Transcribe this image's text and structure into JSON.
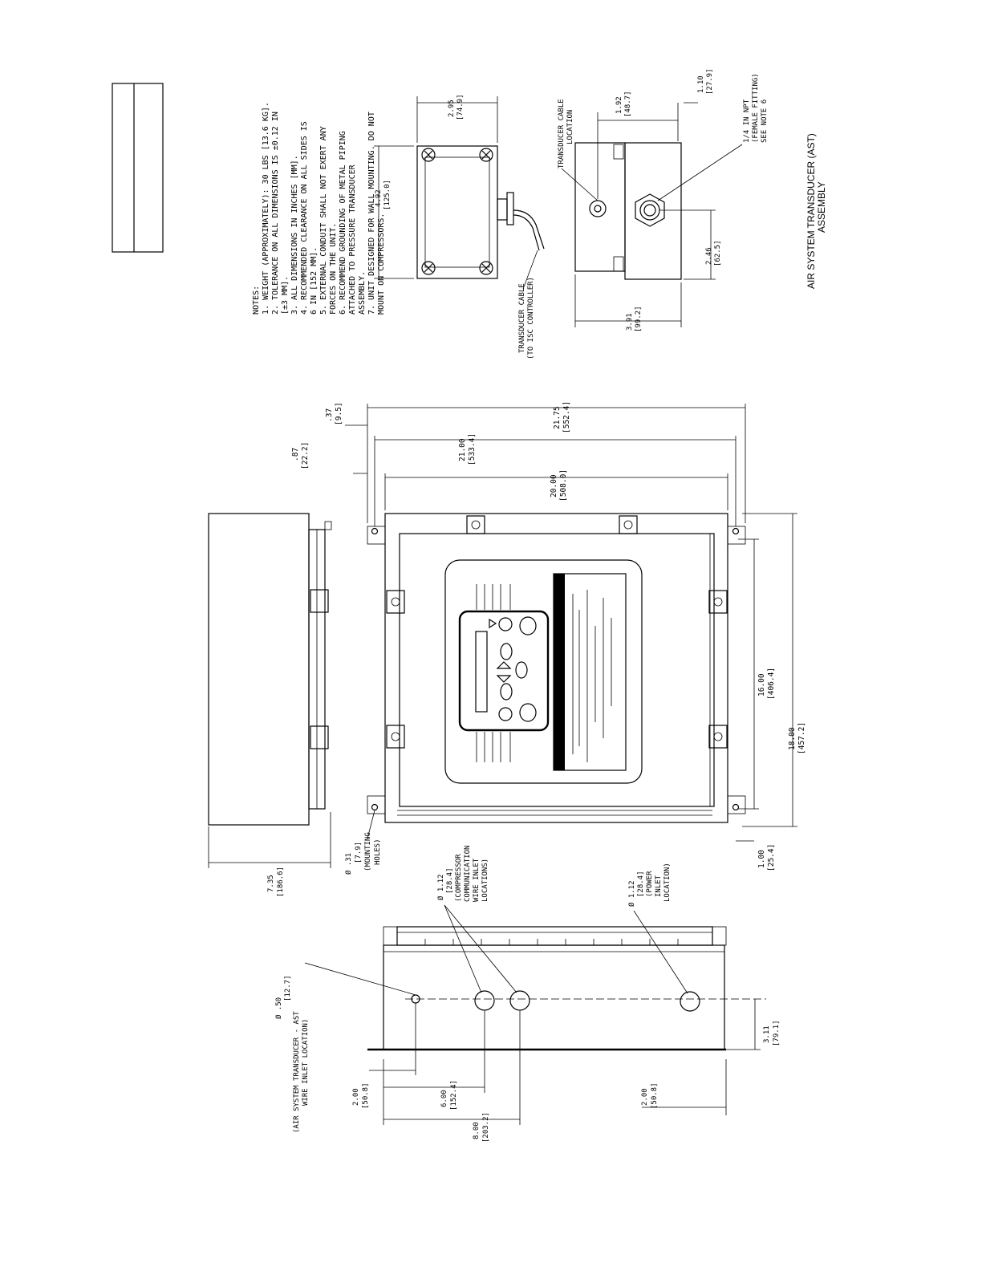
{
  "notes": {
    "heading": "NOTES:",
    "items": [
      "1.  WEIGHT (APPROXIMATELY): 30 LBS [13.6 KG].",
      "2.  TOLERANCE ON ALL DIMENSIONS IS ±0.12 IN",
      "     [±3 MM].",
      "3.  ALL DIMENSIONS IN INCHES [MM].",
      "4.  RECOMMENDED CLEARANCE ON ALL SIDES IS",
      "     6 IN [152 MM].",
      "5.  EXTERNAL CONDUIT SHALL NOT EXERT ANY",
      "     FORCES ON THE UNIT.",
      "6.  RECOMMEND GROUNDING OF METAL PIPING",
      "     ATTACHED TO PRESSURE TRANSDUCER",
      "     ASSEMBLY.",
      "7.  UNIT DESIGNED FOR WALL MOUNTING. DO NOT",
      "     MOUNT ON COMPRESSORS."
    ]
  },
  "ast": {
    "title_line1": "AIR SYSTEM TRANSDUCER (AST)",
    "title_line2": "ASSEMBLY",
    "width_dim": "2.95",
    "width_mm": "[74.9]",
    "length_dim": "4.92",
    "length_mm": "[125.0]",
    "cable_label_1": "TRANSDUCER CABLE",
    "cable_label_2": "(TO ISC CONTROLLER)",
    "cable_loc_1": "TRANSDUCER CABLE",
    "cable_loc_2": "LOCATION",
    "dim_110": "1.10",
    "dim_110_mm": "[27.9]",
    "dim_192": "1.92",
    "dim_192_mm": "[48.7]",
    "fitting_1": "1/4 IN NPT",
    "fitting_2": "(FEMALE FITTING)",
    "fitting_3": "SEE NOTE 6",
    "dim_246": "2.46",
    "dim_246_mm": "[62.5]",
    "dim_391": "3.91",
    "dim_391_mm": "[99.2]"
  },
  "main": {
    "d2175": "21.75",
    "d2175_mm": "[552.4]",
    "d2100": "21.00",
    "d2100_mm": "[533.4]",
    "d2000": "20.00",
    "d2000_mm": "[508.0]",
    "d087": ".87",
    "d087_mm": "[22.2]",
    "d037": ".37",
    "d037_mm": "[9.5]",
    "d1600": "16.00",
    "d1600_mm": "[406.4]",
    "d1800": "18.00",
    "d1800_mm": "[457.2]",
    "d100": "1.00",
    "d100_mm": "[25.4]",
    "d735": "7.35",
    "d735_mm": "[186.6]",
    "hole_1": "Ø .31",
    "hole_2": "[7.9]",
    "hole_3": "(MOUNTING",
    "hole_4": "HOLES)"
  },
  "bottom": {
    "comm_1": "Ø 1.12",
    "comm_2": "[28.4]",
    "comm_3": "(COMPRESSOR",
    "comm_4": "COMMUNICATION",
    "comm_5": "WIRE INLET",
    "comm_6": "LOCATIONS)",
    "power_1": "Ø 1.12",
    "power_2": "[28.4]",
    "power_3": "(POWER",
    "power_4": "INLET",
    "power_5": "LOCATION)",
    "ast_1": "Ø .50",
    "ast_2": "[12.7]",
    "ast_3": "(AIR SYSTEM TRANSDUCER - AST",
    "ast_4": "WIRE INLET LOCATION)",
    "d200a": "2.00",
    "d200a_mm": "[50.8]",
    "d600": "6.00",
    "d600_mm": "[152.4]",
    "d800": "8.00",
    "d800_mm": "[203.2]",
    "d200b": "2.00",
    "d200b_mm": "[50.8]",
    "d311": "3.11",
    "d311_mm": "[79.1]"
  }
}
